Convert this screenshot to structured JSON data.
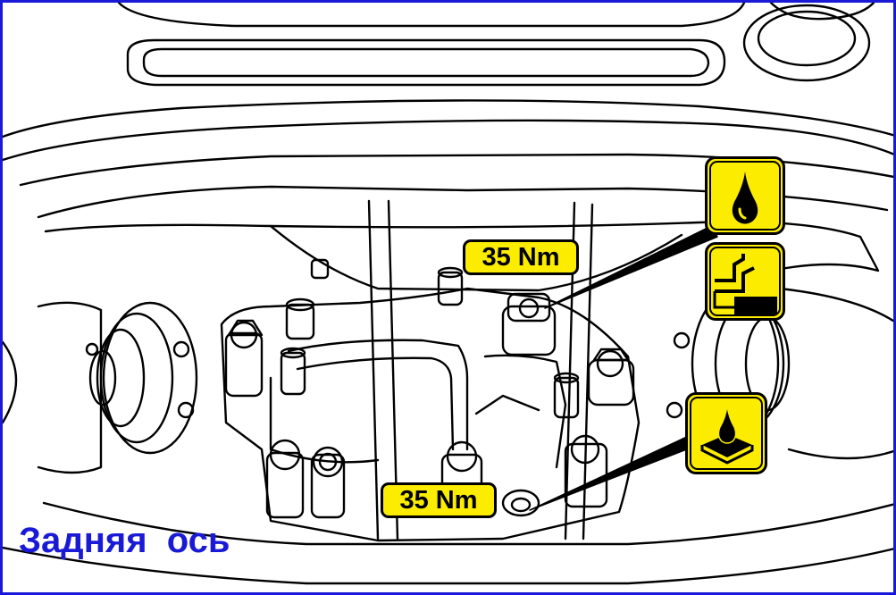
{
  "caption": "Задняя  ось",
  "callouts": {
    "upper_torque": "35 Nm",
    "lower_torque": "35 Nm"
  },
  "icons": {
    "oil_drop": "oil-drop-icon",
    "filler_plug": "filler-plug-level-icon",
    "sealant": "sealant-drop-icon"
  },
  "colors": {
    "border": "#1a1ad6",
    "caption": "#1a1ad6",
    "callout_fill": "#fbec00",
    "line": "#000000"
  }
}
